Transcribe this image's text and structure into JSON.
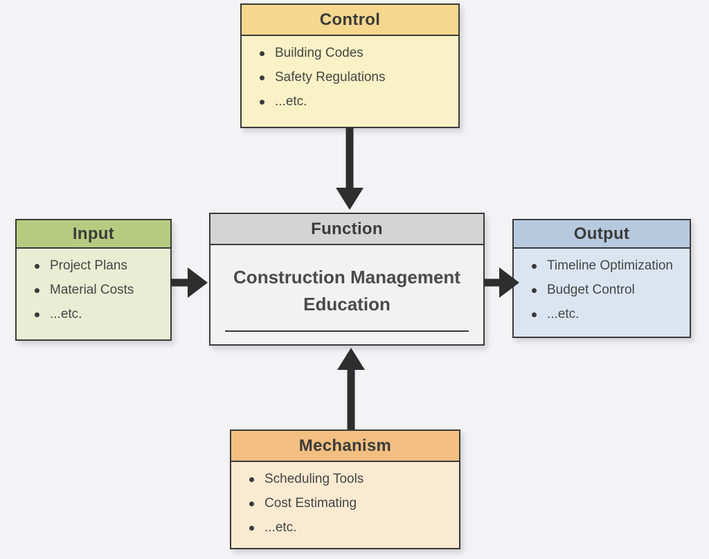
{
  "diagram": {
    "type": "IDEF0-function-diagram",
    "control": {
      "label": "Control",
      "items": [
        "Building Codes",
        "Safety Regulations",
        "...etc."
      ]
    },
    "input": {
      "label": "Input",
      "items": [
        "Project Plans",
        "Material Costs",
        "...etc."
      ]
    },
    "function": {
      "label": "Function",
      "body": "Construction Management Education"
    },
    "output": {
      "label": "Output",
      "items": [
        "Timeline Optimization",
        "Budget Control",
        "...etc."
      ]
    },
    "mechanism": {
      "label": "Mechanism",
      "items": [
        "Scheduling Tools",
        "Cost Estimating",
        "...etc."
      ]
    },
    "arrows": [
      "control-to-function",
      "input-to-function",
      "function-to-output",
      "mechanism-to-function"
    ],
    "colors": {
      "background": "#f3f3f5",
      "border": "#3a3a3a",
      "arrow": "#2e2e2e",
      "text": "#454545",
      "control_header": "#f5d78d",
      "control_body": "#f8f2c6",
      "input_header": "#b7cb80",
      "input_body": "#e9edd3",
      "function_header": "#d5d4d5",
      "function_body": "#f2f2f3",
      "output_header": "#b7c9de",
      "output_body": "#dbe5f0",
      "mechanism_header": "#f2bf80",
      "mechanism_body": "#faead2"
    }
  }
}
